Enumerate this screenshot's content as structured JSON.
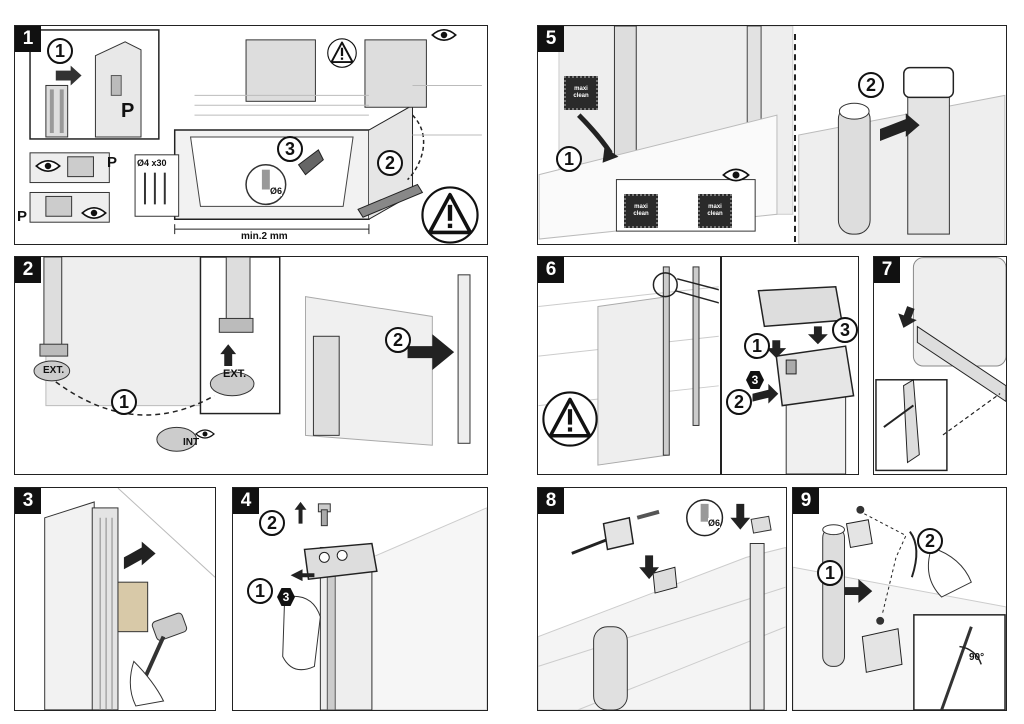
{
  "labels": {
    "profile_p": "P",
    "screws_spec": "Ø4 x30",
    "drill_size": "Ø6",
    "min_distance": "min.2 mm",
    "ext": "EXT.",
    "int": "INT",
    "angle": "90°",
    "maxi_line1": "maxi",
    "maxi_line2": "CLEAN"
  },
  "steps": [
    {
      "id": "1"
    },
    {
      "id": "2"
    },
    {
      "id": "3"
    },
    {
      "id": "4"
    },
    {
      "id": "5"
    },
    {
      "id": "6"
    },
    {
      "id": "7"
    },
    {
      "id": "8"
    },
    {
      "id": "9"
    }
  ],
  "substeps": {
    "one": "1",
    "two": "2",
    "three": "3"
  }
}
